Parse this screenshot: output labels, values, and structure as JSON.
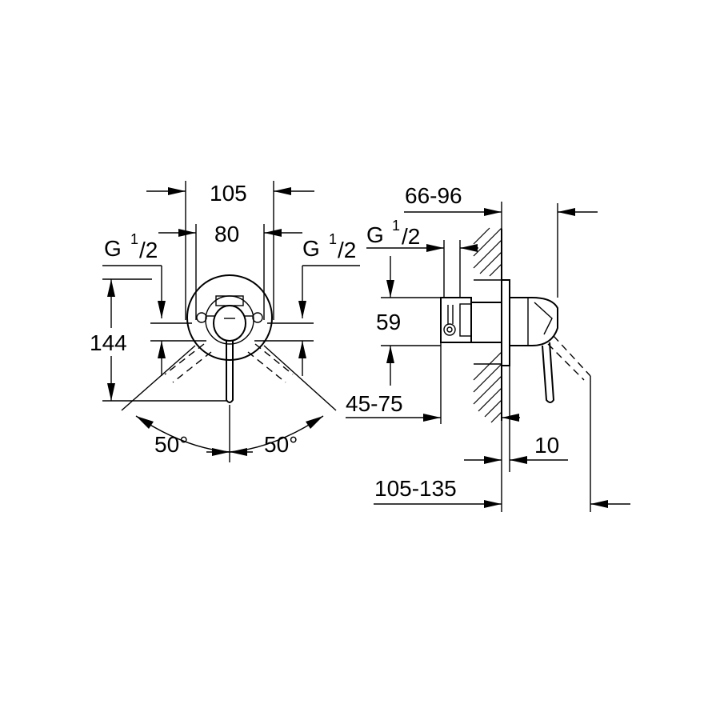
{
  "front_view": {
    "width_outer": "105",
    "width_inner": "80",
    "thread_left_main": "G",
    "thread_left_sup": "1",
    "thread_left_sub": "/2",
    "thread_right_main": "G",
    "thread_right_sup": "1",
    "thread_right_sub": "/2",
    "height": "144",
    "angle_left": "50°",
    "angle_right": "50°"
  },
  "side_view": {
    "depth_range": "66-96",
    "thread_main": "G",
    "thread_sup": "1",
    "thread_sub": "/2",
    "spacing": "59",
    "install_range": "45-75",
    "plate": "10",
    "total_range": "105-135"
  }
}
